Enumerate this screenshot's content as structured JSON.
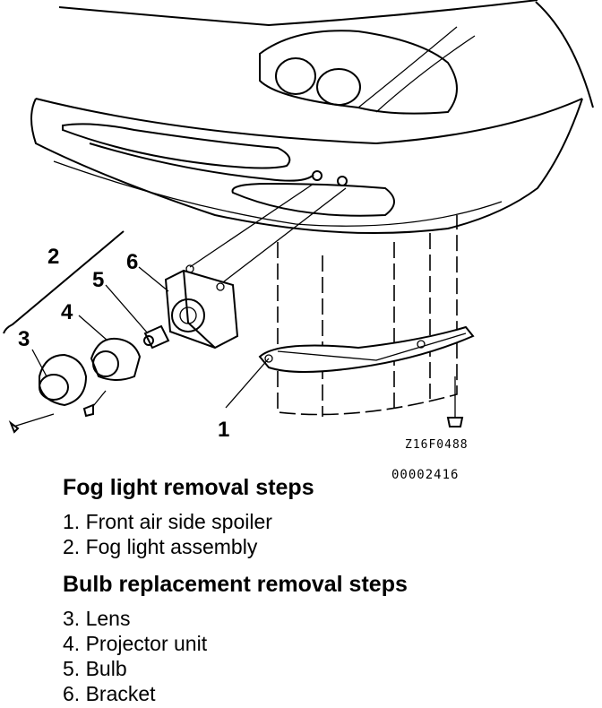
{
  "figure": {
    "callouts": {
      "c1": "1",
      "c2": "2",
      "c3": "3",
      "c4": "4",
      "c5": "5",
      "c6": "6"
    },
    "figure_code": "Z16F0488",
    "document_number": "00002416"
  },
  "sections": {
    "fog_light": {
      "heading": "Fog light removal steps",
      "steps": [
        "1. Front air side spoiler",
        "2. Fog light assembly"
      ]
    },
    "bulb_replacement": {
      "heading": "Bulb replacement removal steps",
      "steps": [
        "3. Lens",
        "4. Projector unit",
        "5. Bulb",
        "6. Bracket"
      ]
    }
  }
}
